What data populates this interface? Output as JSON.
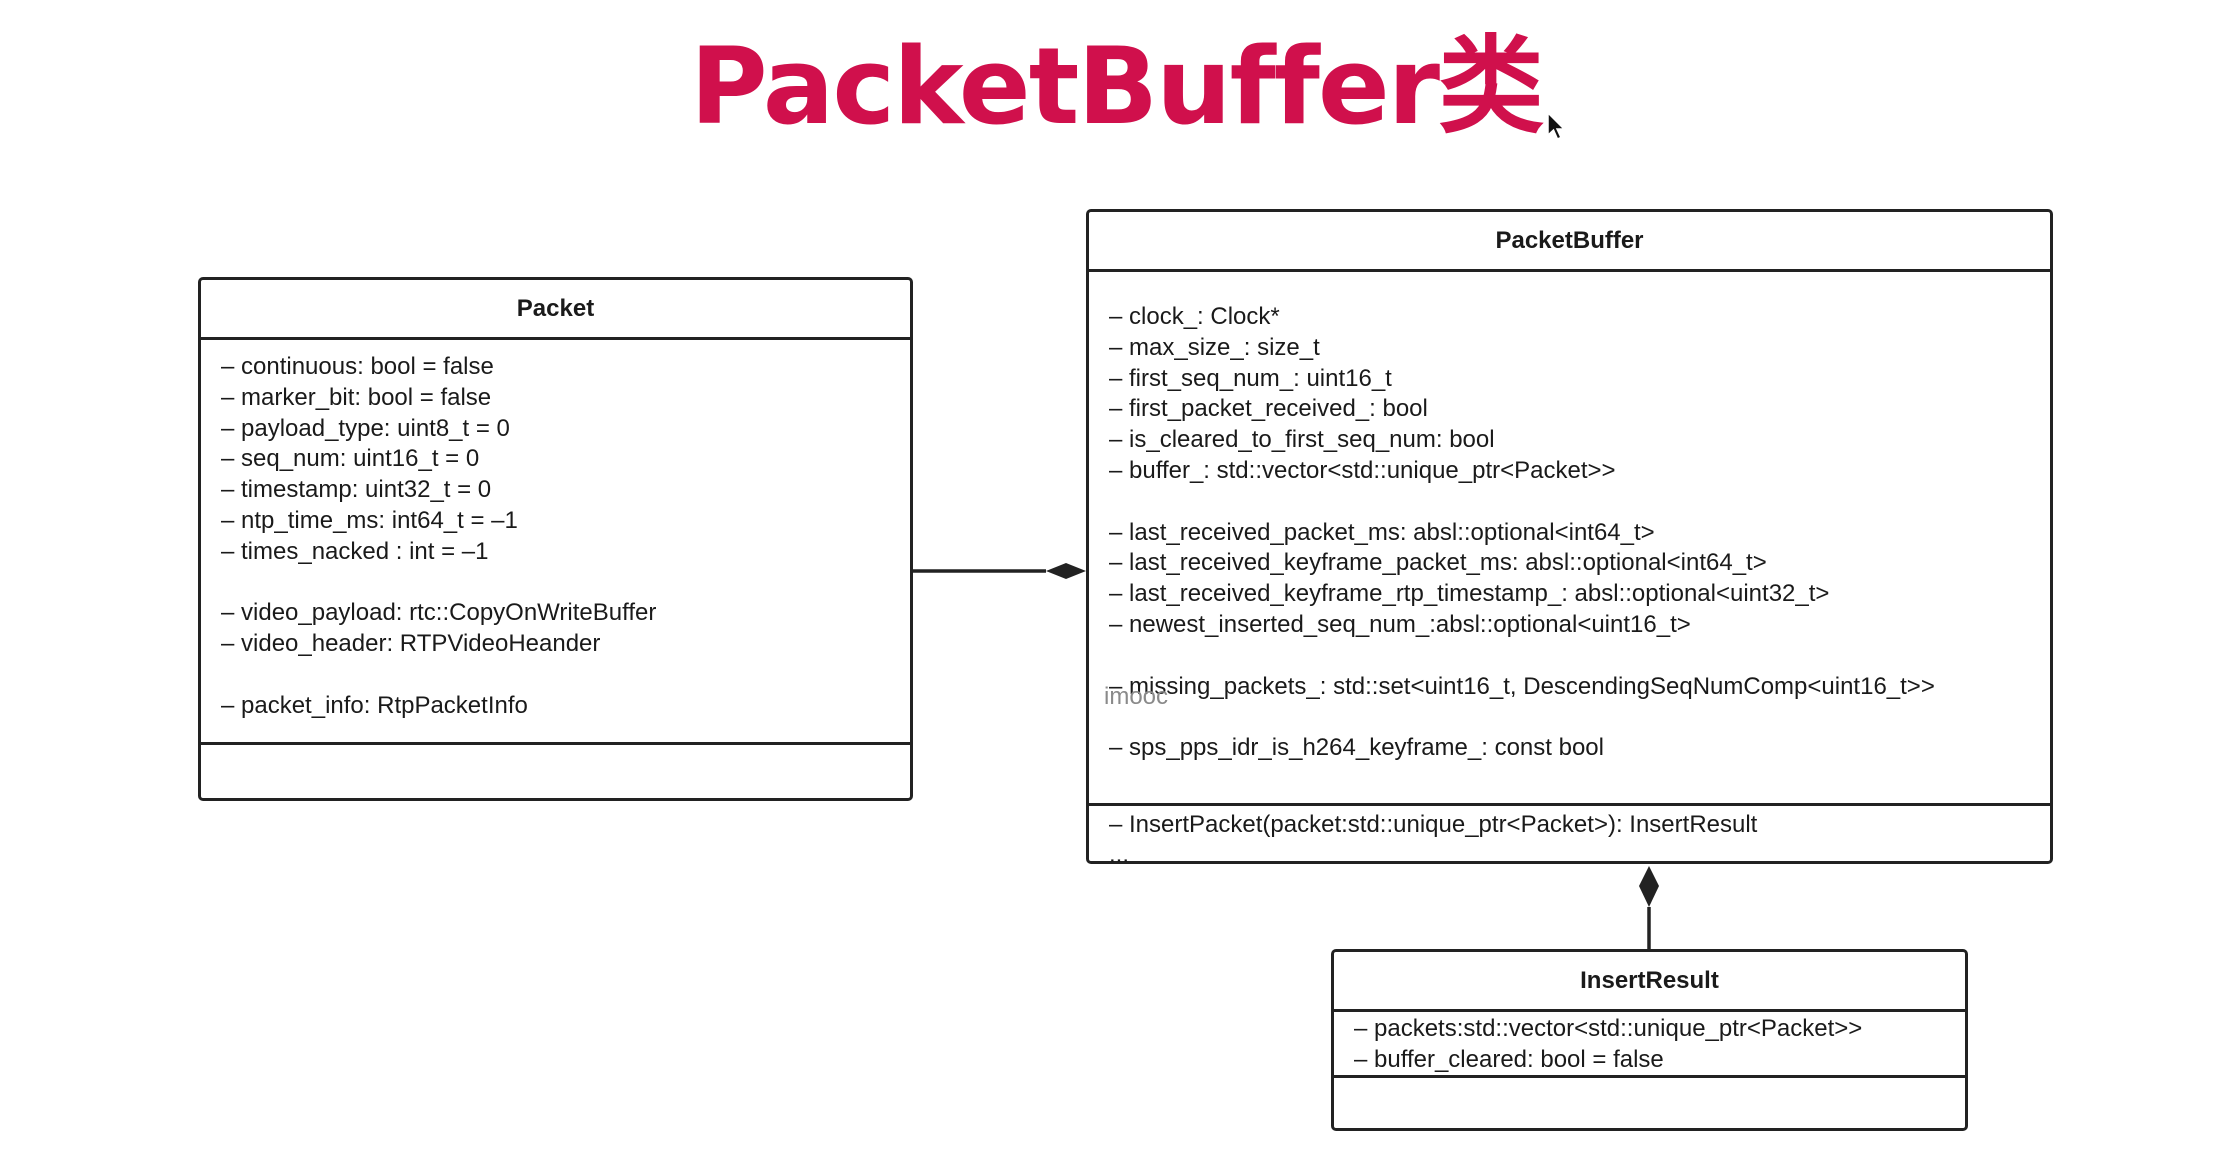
{
  "title": "PacketBuffer类",
  "watermark": "imooc",
  "classes": {
    "packet": {
      "name": "Packet",
      "attributes": [
        "– continuous: bool = false",
        "– marker_bit: bool = false",
        "– payload_type: uint8_t = 0",
        "– seq_num: uint16_t = 0",
        "– timestamp: uint32_t = 0",
        "– ntp_time_ms: int64_t = –1",
        "– times_nacked : int = –1",
        "",
        "– video_payload: rtc::CopyOnWriteBuffer",
        "– video_header: RTPVideoHeander",
        "",
        "– packet_info: RtpPacketInfo"
      ],
      "operations": []
    },
    "packet_buffer": {
      "name": "PacketBuffer",
      "attributes": [
        "– clock_: Clock*",
        "– max_size_: size_t",
        "– first_seq_num_: uint16_t",
        "– first_packet_received_: bool",
        "– is_cleared_to_first_seq_num: bool",
        "– buffer_: std::vector<std::unique_ptr<Packet>>",
        "",
        "– last_received_packet_ms: absl::optional<int64_t>",
        "– last_received_keyframe_packet_ms: absl::optional<int64_t>",
        "– last_received_keyframe_rtp_timestamp_: absl::optional<uint32_t>",
        "– newest_inserted_seq_num_:absl::optional<uint16_t>",
        "",
        "– missing_packets_: std::set<uint16_t, DescendingSeqNumComp<uint16_t>>",
        "",
        "– sps_pps_idr_is_h264_keyframe_: const bool"
      ],
      "operations": [
        "– InsertPacket(packet:std::unique_ptr<Packet>): InsertResult",
        "..."
      ]
    },
    "insert_result": {
      "name": "InsertResult",
      "attributes": [
        "– packets:std::vector<std::unique_ptr<Packet>>",
        "– buffer_cleared: bool = false"
      ],
      "operations": []
    }
  },
  "relationships": [
    {
      "type": "composition",
      "whole": "PacketBuffer",
      "part": "Packet"
    },
    {
      "type": "composition",
      "whole": "PacketBuffer",
      "part": "InsertResult"
    }
  ]
}
